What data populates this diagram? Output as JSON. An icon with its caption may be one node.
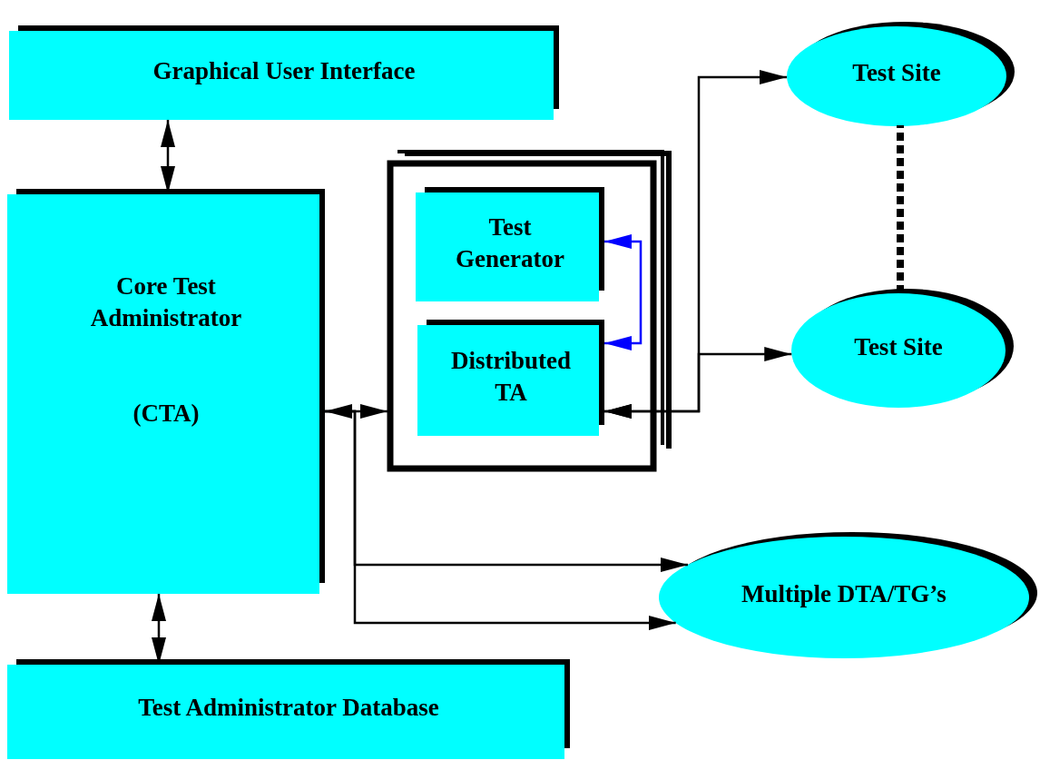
{
  "diagram": {
    "nodes": [
      {
        "text": [
          "Graphical User Interface"
        ]
      },
      {
        "text": [
          "Core Test Administrator",
          "(CTA)"
        ]
      },
      {
        "text": [
          "Test Administrator Database"
        ]
      },
      {
        "text": [],
        "shape": "box"
      },
      {
        "text": [
          "Test Generator"
        ],
        "in": 3
      },
      {
        "text": [
          "Distributed TA"
        ],
        "in": 3
      },
      {
        "text": [
          "Test Site"
        ]
      },
      {
        "text": [
          "Test Site"
        ]
      },
      {
        "text": [
          "Multiple DTA/TG’s"
        ]
      }
    ],
    "edges": [
      {
        "from": 0,
        "to": 1,
        "arrow": "both"
      },
      {
        "from": 1,
        "to": 2,
        "arrow": "both"
      },
      {
        "from": 1,
        "to": 3,
        "arrow": "both"
      },
      {
        "from": 1,
        "to": 8,
        "arrow": "to"
      },
      {
        "from": 1,
        "to": 8,
        "arrow": "to"
      },
      {
        "from": 4,
        "to": 5,
        "arrow": "both",
        "color": "#0000ff"
      },
      {
        "from": 5,
        "to": 6,
        "arrow": "both"
      },
      {
        "from": 5,
        "to": 7,
        "arrow": "both"
      },
      {
        "from": 6,
        "to": 7,
        "arrow": "none",
        "style": "dashed"
      }
    ]
  }
}
